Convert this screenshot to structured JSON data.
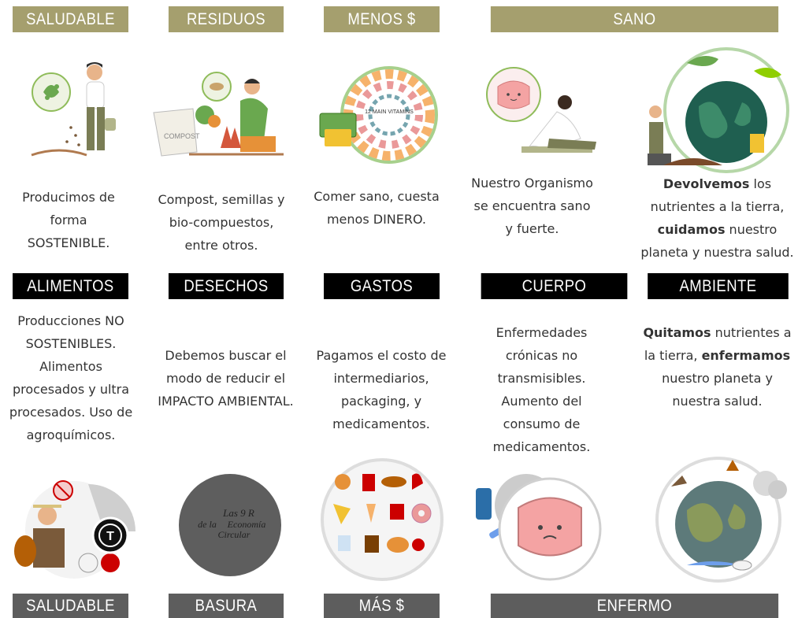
{
  "top_headers": [
    "SALUDABLE",
    "RESIDUOS",
    "MENOS $",
    "SANO"
  ],
  "middle_headers": [
    "ALIMENTOS",
    "DESECHOS",
    "GASTOS",
    "CUERPO",
    "AMBIENTE"
  ],
  "bottom_headers": [
    "SALUDABLE",
    "BASURA",
    "MÁS $",
    "ENFERMO"
  ],
  "top_texts": {
    "alimentos": "Producimos de forma SOSTENIBLE.",
    "desechos": "Compost, semillas y bio-compuestos, entre otros.",
    "gastos": "Comer sano, cuesta menos DINERO.",
    "cuerpo": "Nuestro Organismo se encuentra sano y fuerte.",
    "ambiente_bold1": "Devolvemos",
    "ambiente_rest1": " los nutrientes a la tierra, ",
    "ambiente_bold2": "cuidamos",
    "ambiente_rest2": " nuestro planeta y nuestra salud."
  },
  "bottom_texts": {
    "alimentos": "Producciones NO SOSTENIBLES. Alimentos procesados y ultra procesados. Uso de agroquímicos.",
    "desechos": "Debemos buscar el modo de  reducir el IMPACTO AMBIENTAL.",
    "gastos": "Pagamos el costo de intermediarios, packaging, y medicamentos.",
    "cuerpo": "Enfermedades crónicas no transmisibles. Aumento del consumo de medicamentos.",
    "ambiente_bold1": "Quitamos",
    "ambiente_rest1": " nutrientes a la tierra, ",
    "ambiente_bold2": "enfermamos",
    "ambiente_rest2": " nuestro planeta y nuestra salud."
  },
  "illustrations": {
    "compost_label": "COMPOST",
    "vitamins_label": "12 MAIN VITAMINS",
    "logo_letter": "T",
    "circular_line1": "Las 9 R",
    "circular_line2": "de la",
    "circular_line3": "Economía",
    "circular_line4": "Circular"
  },
  "colors": {
    "olive": "#a59f6e",
    "black": "#000000",
    "gray": "#5d5d5d"
  }
}
